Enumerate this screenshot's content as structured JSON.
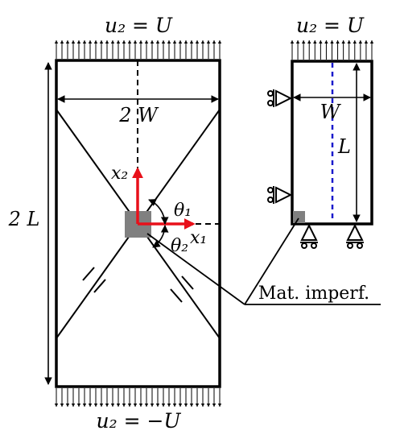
{
  "left_panel": {
    "top_bc": "u₂ = U",
    "bottom_bc": "u₂ = −U",
    "width_label": "2 W",
    "height_label": "2 L",
    "axis_x1": "x₁",
    "axis_x2": "x₂",
    "angle_1": "θ₁",
    "angle_2": "θ₂",
    "axis_color": "#e8101a"
  },
  "right_panel": {
    "top_bc": "u₂ = U",
    "width_label": "W",
    "height_label": "L",
    "symmetry_line_color": "#1a1acc"
  },
  "callout": {
    "label": "Mat. imperf.",
    "imperfection_color": "#808080"
  }
}
